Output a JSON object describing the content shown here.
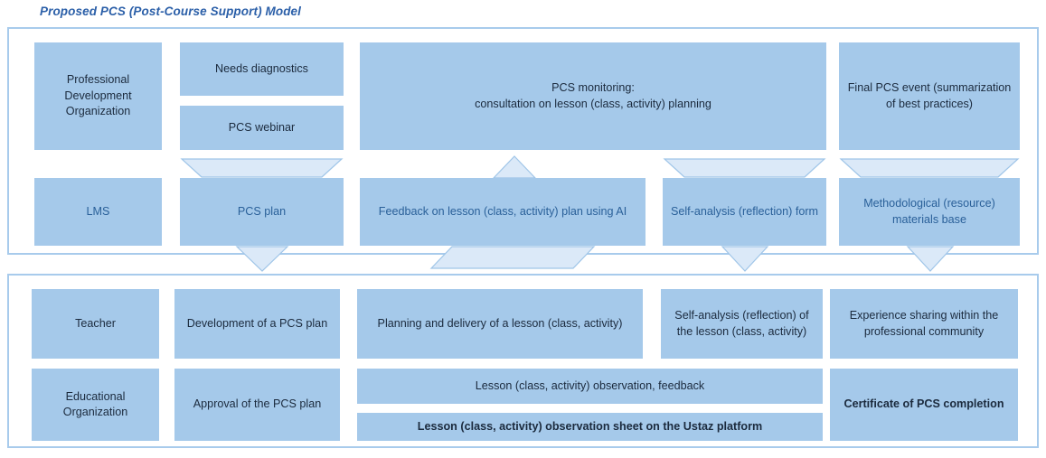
{
  "title": "Proposed PCS (Post-Course Support) Model",
  "theme": {
    "node_fill": "#a5c9ea",
    "node_text": "#1b2a3d",
    "node_text_alt": "#2a6099",
    "lane_border": "#a8cbec",
    "arrow_fill": "#dbe9f8",
    "arrow_stroke": "#9fc5e8",
    "title_color": "#2b5fa8"
  },
  "lanes": {
    "provider": {
      "name": "provider-lane",
      "row_actor": [
        {
          "id": "professional-development-organization",
          "label": "Professional Development Organization"
        },
        {
          "id": "needs-diagnostics",
          "label": "Needs diagnostics"
        },
        {
          "id": "pcs-webinar",
          "label": "PCS webinar"
        },
        {
          "id": "pcs-monitoring",
          "label": "PCS monitoring:\nconsultation on lesson (class, activity) planning"
        },
        {
          "id": "final-pcs-event",
          "label": "Final PCS event (summarization of best practices)"
        }
      ],
      "row_tool": [
        {
          "id": "lms",
          "label": "LMS"
        },
        {
          "id": "pcs-plan",
          "label": "PCS plan"
        },
        {
          "id": "feedback-using-ai",
          "label": "Feedback on lesson (class, activity) plan using AI"
        },
        {
          "id": "self-analysis-form",
          "label": "Self-analysis (reflection) form"
        },
        {
          "id": "methodological-materials-base",
          "label": "Methodological (resource) materials base"
        }
      ]
    },
    "recipient": {
      "name": "recipient-lane",
      "row_teacher": [
        {
          "id": "teacher",
          "label": "Teacher"
        },
        {
          "id": "development-of-pcs-plan",
          "label": "Development of a PCS plan"
        },
        {
          "id": "planning-and-delivery-of-lesson",
          "label": "Planning and delivery of a lesson (class, activity)"
        },
        {
          "id": "self-analysis-of-lesson",
          "label": "Self-analysis (reflection) of the lesson (class, activity)"
        },
        {
          "id": "experience-sharing",
          "label": "Experience sharing within the professional community"
        }
      ],
      "row_organization": [
        {
          "id": "educational-organization",
          "label": "Educational Organization"
        },
        {
          "id": "approval-of-pcs-plan",
          "label": "Approval of the PCS plan"
        },
        {
          "id": "lesson-observation-feedback",
          "label": "Lesson (class, activity) observation, feedback"
        },
        {
          "id": "lesson-observation-sheet-ustaz",
          "label": "Lesson (class, activity) observation sheet on the Ustaz platform"
        },
        {
          "id": "certificate-of-pcs-completion",
          "label": "Certificate of PCS completion"
        }
      ]
    }
  },
  "connectors": [
    {
      "id": "arrow-into-pcs-plan",
      "shape": "wide-down-trapezoid"
    },
    {
      "id": "arrow-pcs-plan-to-development",
      "shape": "narrow-down-triangle"
    },
    {
      "id": "arrow-feedback-to-monitoring",
      "shape": "narrow-up-triangle"
    },
    {
      "id": "arrow-feedback-to-planning",
      "shape": "wide-down-trapezoid"
    },
    {
      "id": "arrow-into-self-analysis-form",
      "shape": "wide-down-trapezoid"
    },
    {
      "id": "arrow-self-analysis-form-down",
      "shape": "narrow-down-triangle"
    },
    {
      "id": "arrow-into-materials-base",
      "shape": "wide-down-trapezoid"
    },
    {
      "id": "arrow-materials-base-down",
      "shape": "narrow-down-triangle"
    }
  ]
}
